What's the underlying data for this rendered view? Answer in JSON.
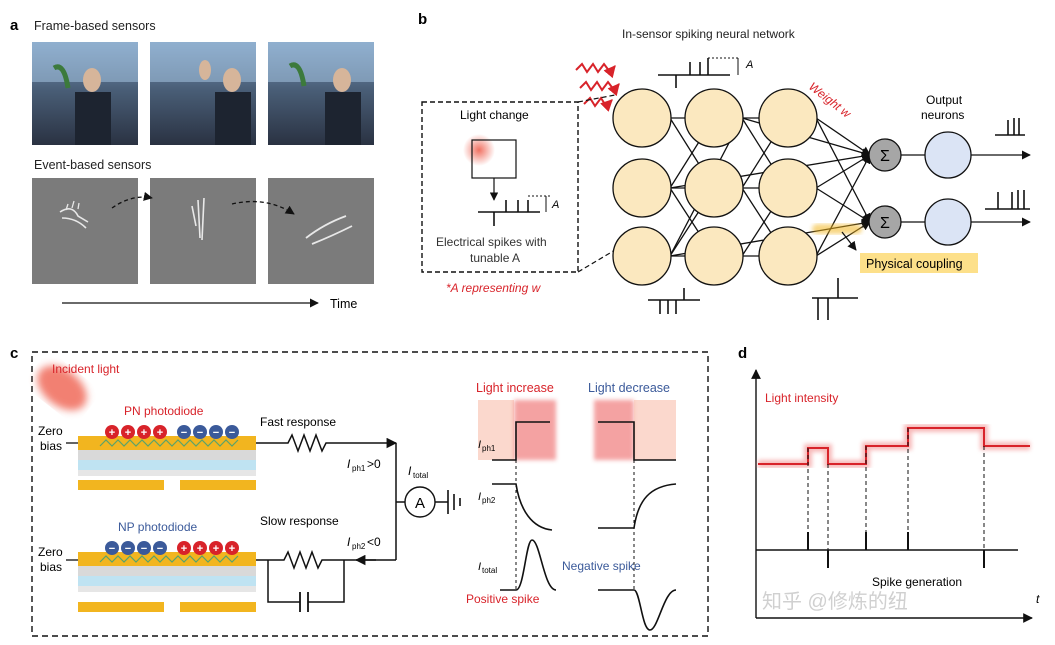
{
  "panels": {
    "a": {
      "letter": "a",
      "frame_title": "Frame-based sensors",
      "event_title": "Event-based sensors",
      "time_label": "Time"
    },
    "b": {
      "letter": "b",
      "network_title": "In-sensor spiking neural network",
      "light_change": "Light change",
      "spike_caption_line1": "Electrical spikes with",
      "spike_caption_line2": "tunable A",
      "amplitude": "A",
      "a_representing": "*A representing w",
      "weight": "Weight w",
      "output_line1": "Output",
      "output_line2": "neurons",
      "sum_symbol": "Σ",
      "coupling": "Physical coupling"
    },
    "c": {
      "letter": "c",
      "incident_light": "Incident light",
      "pn_label": "PN photodiode",
      "np_label": "NP photodiode",
      "zero": "Zero",
      "bias": "bias",
      "fast": "Fast response",
      "slow": "Slow response",
      "iph1_main": "I",
      "iph1_sub": "ph1",
      "iph1_cond": ">0",
      "iph2_cond": "<0",
      "iph2_sub": "ph2",
      "itotal_sub": "total",
      "ammeter": "A",
      "plus": "+",
      "minus": "−",
      "light_increase": "Light increase",
      "light_decrease": "Light decrease",
      "positive_spike": "Positive spike",
      "negative_spike": "Negative spike"
    },
    "d": {
      "letter": "d",
      "light_intensity": "Light intensity",
      "spike_generation": "Spike generation",
      "t_axis": "t",
      "watermark": "知乎 @修炼的纽"
    }
  },
  "colors": {
    "neuron_fill": "#fbe8bf",
    "output_fill": "#dbe4f5",
    "sum_fill": "#a6a6a6",
    "red": "#d8232a",
    "blue": "#3b5a9a",
    "gold": "#f2b51f",
    "coupling_bg": "#fde08a",
    "layer_blue": "#bfe3f2"
  }
}
